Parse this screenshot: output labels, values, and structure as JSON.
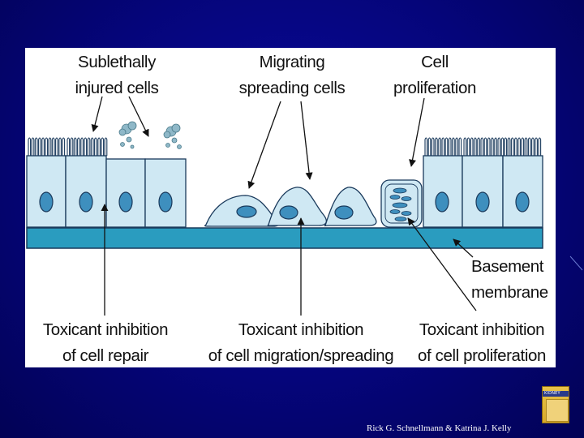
{
  "labels": {
    "sublethally_1": "Sublethally",
    "sublethally_2": "injured cells",
    "migrating_1": "Migrating",
    "migrating_2": "spreading cells",
    "prolif_1": "Cell",
    "prolif_2": "proliferation",
    "basement_1": "Basement",
    "basement_2": "membrane",
    "repair_1": "Toxicant inhibition",
    "repair_2": "of cell repair",
    "migration_1": "Toxicant inhibition",
    "migration_2": "of cell migration/spreading",
    "prolifinh_1": "Toxicant inhibition",
    "prolifinh_2": "of cell proliferation"
  },
  "footer": {
    "credit": "Rick G. Schnellmann & Katrina J. Kelly",
    "book_word": "KIDNEY"
  },
  "colors": {
    "background": "#05057a",
    "cell_fill": "#cfe8f3",
    "nucleus": "#3e8fbe",
    "membrane": "#2a9cbf",
    "outline": "#1a3a5c"
  }
}
